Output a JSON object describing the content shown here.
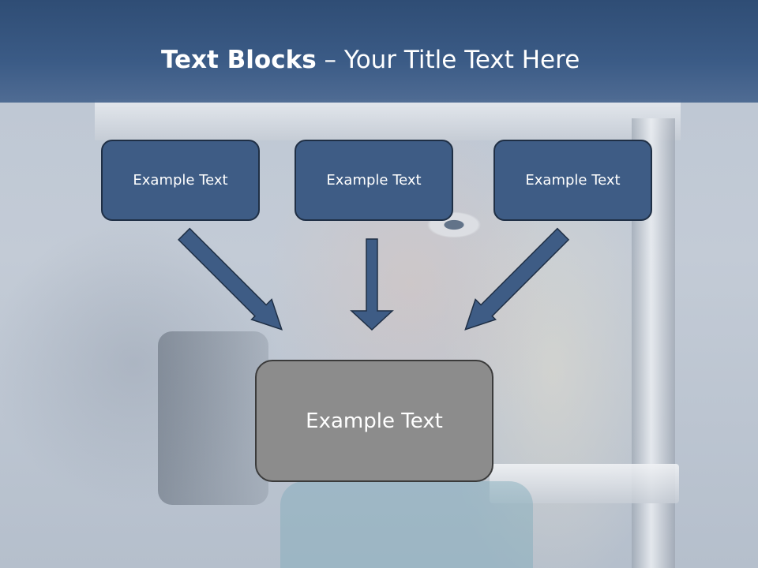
{
  "title": {
    "bold": "Text Blocks",
    "dash": " – ",
    "rest": "Your Title Text Here"
  },
  "boxes": [
    {
      "label": "Example Text"
    },
    {
      "label": "Example Text"
    },
    {
      "label": "Example Text"
    }
  ],
  "target": {
    "label": "Example Text"
  },
  "colors": {
    "header": "#3b5b86",
    "box_fill": "#3e5c85",
    "box_border": "#1f2f45",
    "target_fill": "#8c8c8c",
    "arrow_fill": "#3e5c85"
  }
}
